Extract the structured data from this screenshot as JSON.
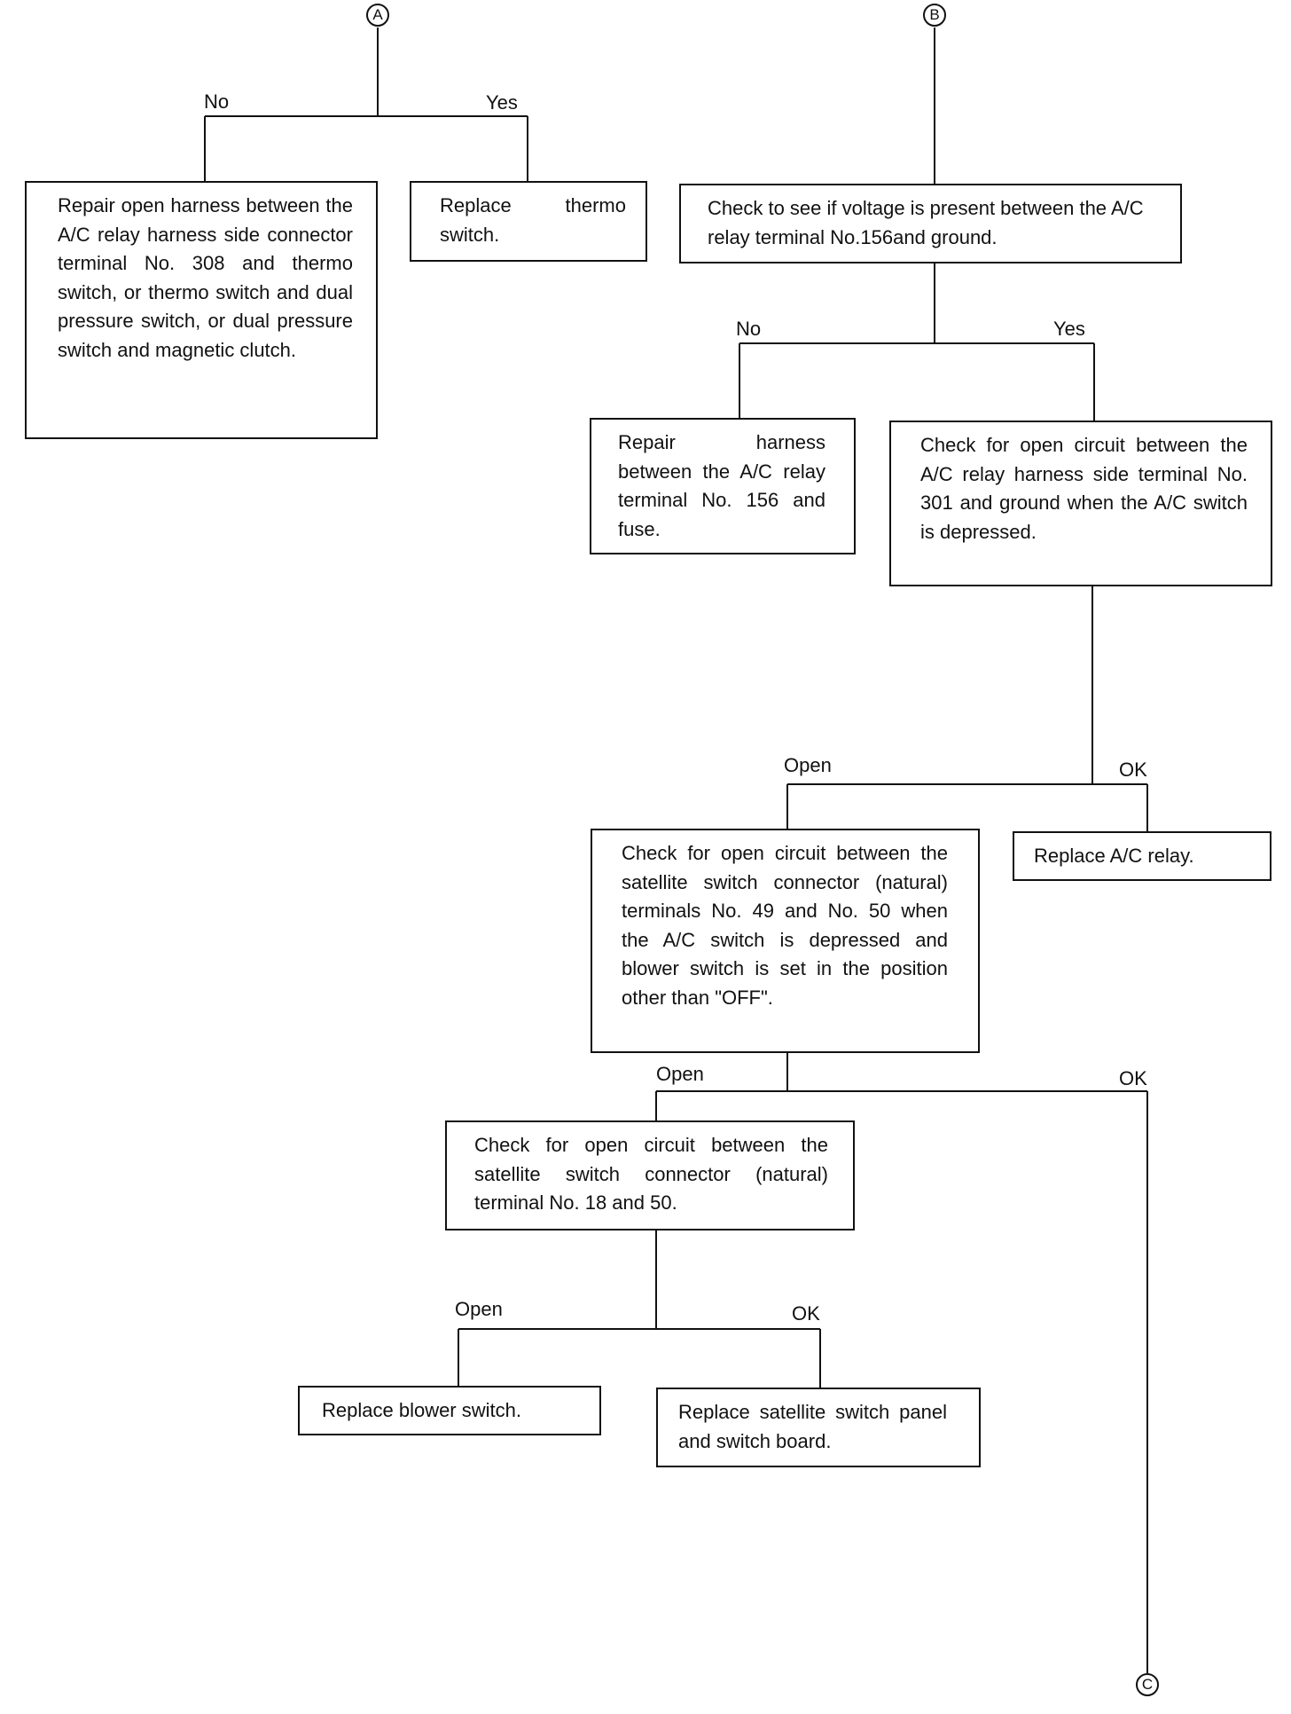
{
  "connectors": {
    "A": "A",
    "B": "B",
    "C": "C"
  },
  "branch_labels": {
    "a_no": "No",
    "a_yes": "Yes",
    "b_no": "No",
    "b_yes": "Yes",
    "open1": "Open",
    "ok1": "OK",
    "open2": "Open",
    "ok2": "OK",
    "open3": "Open",
    "ok3": "OK"
  },
  "boxes": {
    "repair_open_harness": "Repair open harness between the A/C relay harness side connector terminal No. 308 and thermo switch, or thermo switch and dual pressure switch, or dual pressure switch and magnetic clutch.",
    "replace_thermo": "Replace thermo switch.",
    "check_voltage": "Check to see if voltage is present between the A/C relay terminal No.156and ground.",
    "repair_harness_fuse": "Repair harness between the A/C relay terminal No. 156 and fuse.",
    "check_open_301": "Check for open circuit between the A/C relay harness side terminal No. 301 and ground when the A/C switch is depressed.",
    "replace_ac_relay": "Replace A/C relay.",
    "check_satellite_49_50": "Check for open circuit between the satellite switch connector (natural) terminals No. 49 and No. 50 when the A/C switch is depressed and blower switch is set in the position other than \"OFF\".",
    "check_satellite_18_50": "Check for open circuit between the satellite switch connector (natural) terminal No. 18 and 50.",
    "replace_blower": "Replace blower switch.",
    "replace_satellite_panel": "Replace satellite switch panel and switch board."
  }
}
